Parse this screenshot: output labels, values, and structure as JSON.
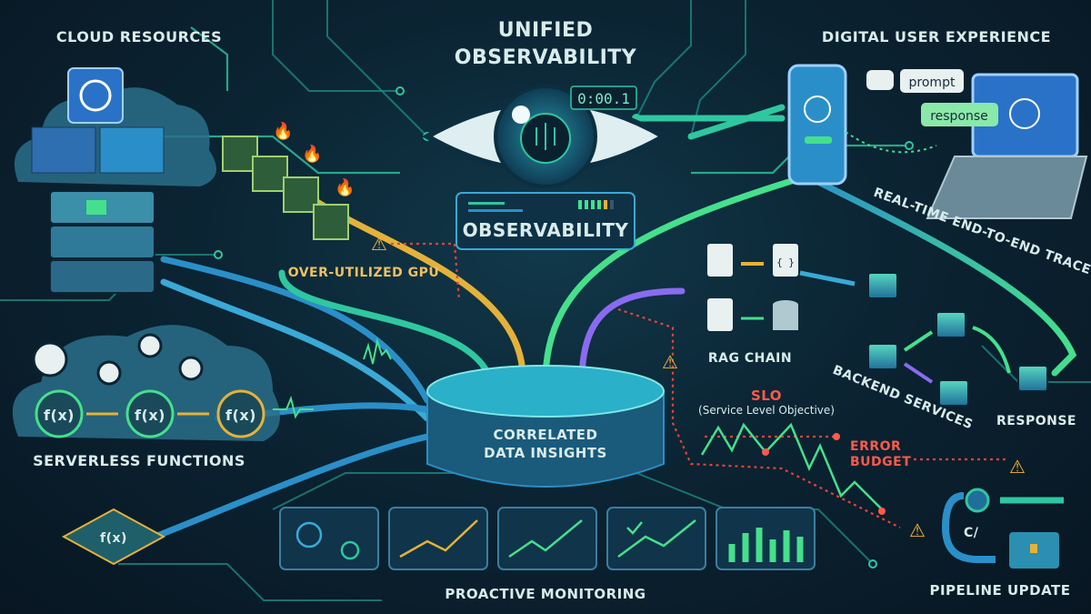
{
  "titles": {
    "cloud_resources": "CLOUD RESOURCES",
    "unified_line1": "UNIFIED",
    "unified_line2": "OBSERVABILITY",
    "digital_user_experience": "DIGITAL USER EXPERIENCE",
    "observability_panel": "OBSERVABILITY",
    "timer": "0:00.1",
    "over_utilized_gpu": "OVER-UTILIZED GPU",
    "serverless_functions": "SERVERLESS FUNCTIONS",
    "correlated_line1": "CORRELATED",
    "correlated_line2": "DATA INSIGHTS",
    "rag_chain": "RAG CHAIN",
    "backend_services": "BACKEND SERVICES",
    "response": "RESPONSE",
    "trace": "REAL-TIME END-TO-END TRACE",
    "slo": "SLO",
    "slo_full": "(Service Level Objective)",
    "error_line1": "ERROR",
    "error_line2": "BUDGET",
    "pipeline_update": "PIPELINE UPDATE",
    "proactive_monitoring": "PROACTIVE MONITORING"
  },
  "chat": {
    "prompt": "prompt",
    "response": "response"
  },
  "functions": [
    "f(x)",
    "f(x)",
    "f(x)",
    "f(x)"
  ],
  "rag": {
    "code": "{ }"
  },
  "pipeline": {
    "code": "C/"
  },
  "colors": {
    "accent": "#2fc7a0",
    "alert": "#ff5a4a",
    "warning": "#f5b335",
    "purple": "#8a6bf0"
  }
}
